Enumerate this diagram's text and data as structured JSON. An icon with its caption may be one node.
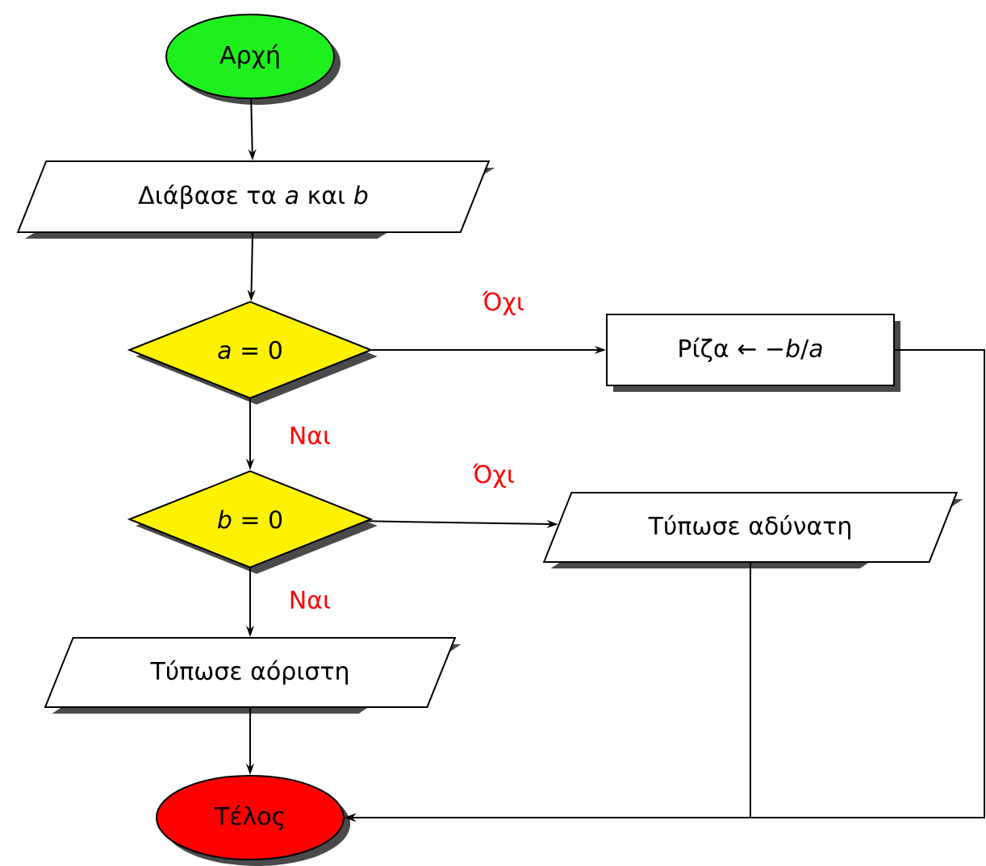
{
  "diagram": {
    "nodes": [
      {
        "text": [
          "Αρχή"
        ]
      },
      {
        "text": [
          "Διάβασε τα *a* και *b*"
        ]
      },
      {
        "text": [
          "*a* = 0"
        ]
      },
      {
        "text": [
          "Ρίζα ← −*b*/*a*"
        ]
      },
      {
        "text": [
          "*b* = 0"
        ]
      },
      {
        "text": [
          "Τύπωσε αδύνατη"
        ]
      },
      {
        "text": [
          "Τύπωσε αόριστη"
        ]
      },
      {
        "text": [
          "Τέλος"
        ]
      }
    ],
    "edges": [
      {
        "from": 0,
        "to": 1,
        "arrow": "to"
      },
      {
        "from": 1,
        "to": 2,
        "arrow": "to"
      },
      {
        "from": 2,
        "to": 3,
        "arrow": "to",
        "label": "Όχι"
      },
      {
        "from": 2,
        "to": 4,
        "arrow": "to",
        "label": "Ναι"
      },
      {
        "from": 4,
        "to": 5,
        "arrow": "to",
        "label": "Όχι"
      },
      {
        "from": 4,
        "to": 6,
        "arrow": "to",
        "label": "Ναι"
      },
      {
        "from": 6,
        "to": 7,
        "arrow": "to"
      },
      {
        "from": 5,
        "to": 7,
        "arrow": "to"
      },
      {
        "from": 3,
        "to": 7,
        "arrow": "to"
      }
    ]
  }
}
